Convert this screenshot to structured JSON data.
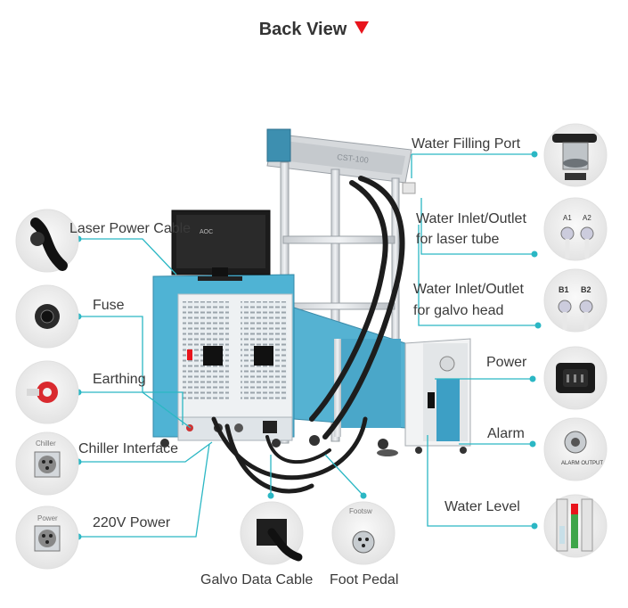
{
  "title": "Back View",
  "colors": {
    "accent": "#e8141c",
    "leader": "#2bb7c4",
    "cabinet": "#4fb3d4"
  },
  "labels": {
    "water_filling_port": "Water Filling Port",
    "water_inlet_laser_1": "Water Inlet/Outlet",
    "water_inlet_laser_2": "for laser tube",
    "water_inlet_galvo_1": "Water Inlet/Outlet",
    "water_inlet_galvo_2": "for galvo head",
    "power": "Power",
    "alarm": "Alarm",
    "water_level": "Water Level",
    "laser_power_cable": "Laser Power Cable",
    "fuse": "Fuse",
    "earthing": "Earthing",
    "chiller_interface": "Chiller Interface",
    "power_220v": "220V Power",
    "galvo_data_cable": "Galvo Data Cable",
    "foot_pedal": "Foot Pedal"
  },
  "insets": {
    "chiller_text": "Chiller",
    "power_text": "Power",
    "footsw_text": "Footsw",
    "inlet_a1": "A1",
    "outlet_a2": "A2",
    "inlet_b1": "B1",
    "outlet_b2": "B2",
    "alarm_output": "ALARM OUTPUT",
    "monitor_brand": "AOC",
    "head_text": "CST-100"
  }
}
